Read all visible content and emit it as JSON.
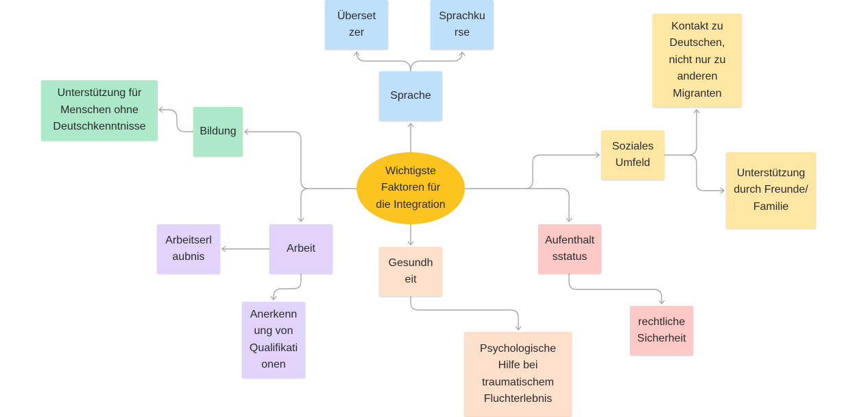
{
  "colors": {
    "center": "#fcc41e",
    "blue": "#bfe0fb",
    "green": "#abe9c9",
    "purple": "#e2d3fb",
    "peach": "#fde0cc",
    "red": "#fcc9c6",
    "yellow": "#fde7a3",
    "connector": "#a9a9a9"
  },
  "center": {
    "label": "Wichtigste\nFaktoren für\ndie Integration"
  },
  "sprache": {
    "label": "Sprache",
    "children": {
      "uebersetzer": "Überset\nzer",
      "sprachkurse": "Sprachku\nrse"
    }
  },
  "bildung": {
    "label": "Bildung",
    "children": {
      "unterstuetzung": "Unterstützung für\nMenschen ohne\nDeutschkenntnisse"
    }
  },
  "arbeit": {
    "label": "Arbeit",
    "children": {
      "arbeitserlaubnis": "Arbeitserl\naubnis",
      "anerkennung": "Anerkenn\nung von\nQualifikati\nonen"
    }
  },
  "gesundheit": {
    "label": "Gesundh\neit",
    "children": {
      "psychologische_hilfe": "Psychologische\nHilfe bei\ntraumatischem\nFluchterlebnis"
    }
  },
  "aufenthaltsstatus": {
    "label": "Aufenthalt\nsstatus",
    "children": {
      "rechtliche_sicherheit": "rechtliche\nSicherheit"
    }
  },
  "soziales_umfeld": {
    "label": "Soziales\nUmfeld",
    "children": {
      "kontakt": "Kontakt zu\nDeutschen,\nnicht nur zu\nanderen\nMigranten",
      "freunde_familie": "Unterstützung\ndurch Freunde/\nFamilie"
    }
  }
}
